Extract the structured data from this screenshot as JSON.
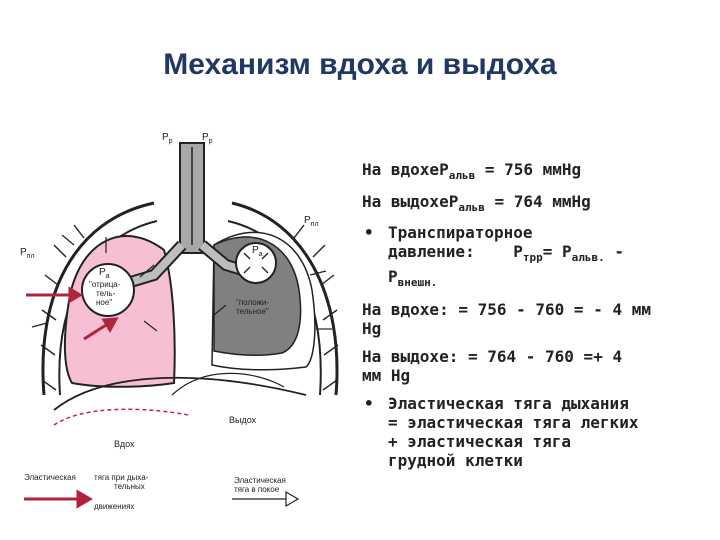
{
  "title": "Механизм вдоха и выдоха",
  "colors": {
    "title": "#1f3864",
    "inspiration_lung": "#f6bfd4",
    "expiration_lung": "#808080",
    "arrow_red": "#b0243b"
  },
  "text": {
    "l1": {
      "pre": "На вдохе",
      "p": "P",
      "sub": "альв",
      "post": " = 756 ммHg"
    },
    "l2": {
      "pre": "На выдохе",
      "p": "P",
      "sub": "альв",
      "post": " = 764 ммHg"
    },
    "l3": {
      "bullet": "•",
      "a": "Транспираторное",
      "b": "давление:",
      "p1": "P",
      "s1": "трр",
      "eq": "= P",
      "s2": "альв.",
      "dash": " -",
      "p3": "P",
      "s3": "внешн."
    },
    "l4": {
      "a": "На вдохе:  = 756 - 760 = - 4 мм",
      "b": "Hg"
    },
    "l5": {
      "a": "На выдохе: = 764 - 760 =+ 4",
      "b": "мм Hg"
    },
    "l6": {
      "bullet": "•",
      "a": "Эластическая тяга дыхания",
      "b": "= эластическая тяга легких",
      "c": "+ эластическая тяга",
      "d": "грудной клетки"
    }
  },
  "labels": {
    "p_top_left": "P",
    "p_top_left_sub": "p",
    "p_top_right": "P",
    "p_top_right_sub": "p",
    "p_pl_left": "P",
    "p_pl_left_sub": "пл",
    "p_pl_right": "P",
    "p_pl_right_sub": "пл",
    "pa_left": "P",
    "pa_left_sub": "a",
    "pa_right": "P",
    "pa_right_sub": "a",
    "neg1": "\"отрица-",
    "neg2": "тель-",
    "neg3": "ное\"",
    "pos1": "\"положи-",
    "pos2": "тельное\"",
    "exhale": "Выдох",
    "inhale": "Вдох",
    "legend1_1": "Эластическая",
    "legend1_2": "тяга при дыха-",
    "legend1_3": "тельных",
    "legend1_4": "движениях",
    "legend2_1": "Эластическая",
    "legend2_2": "тяга в покое"
  }
}
